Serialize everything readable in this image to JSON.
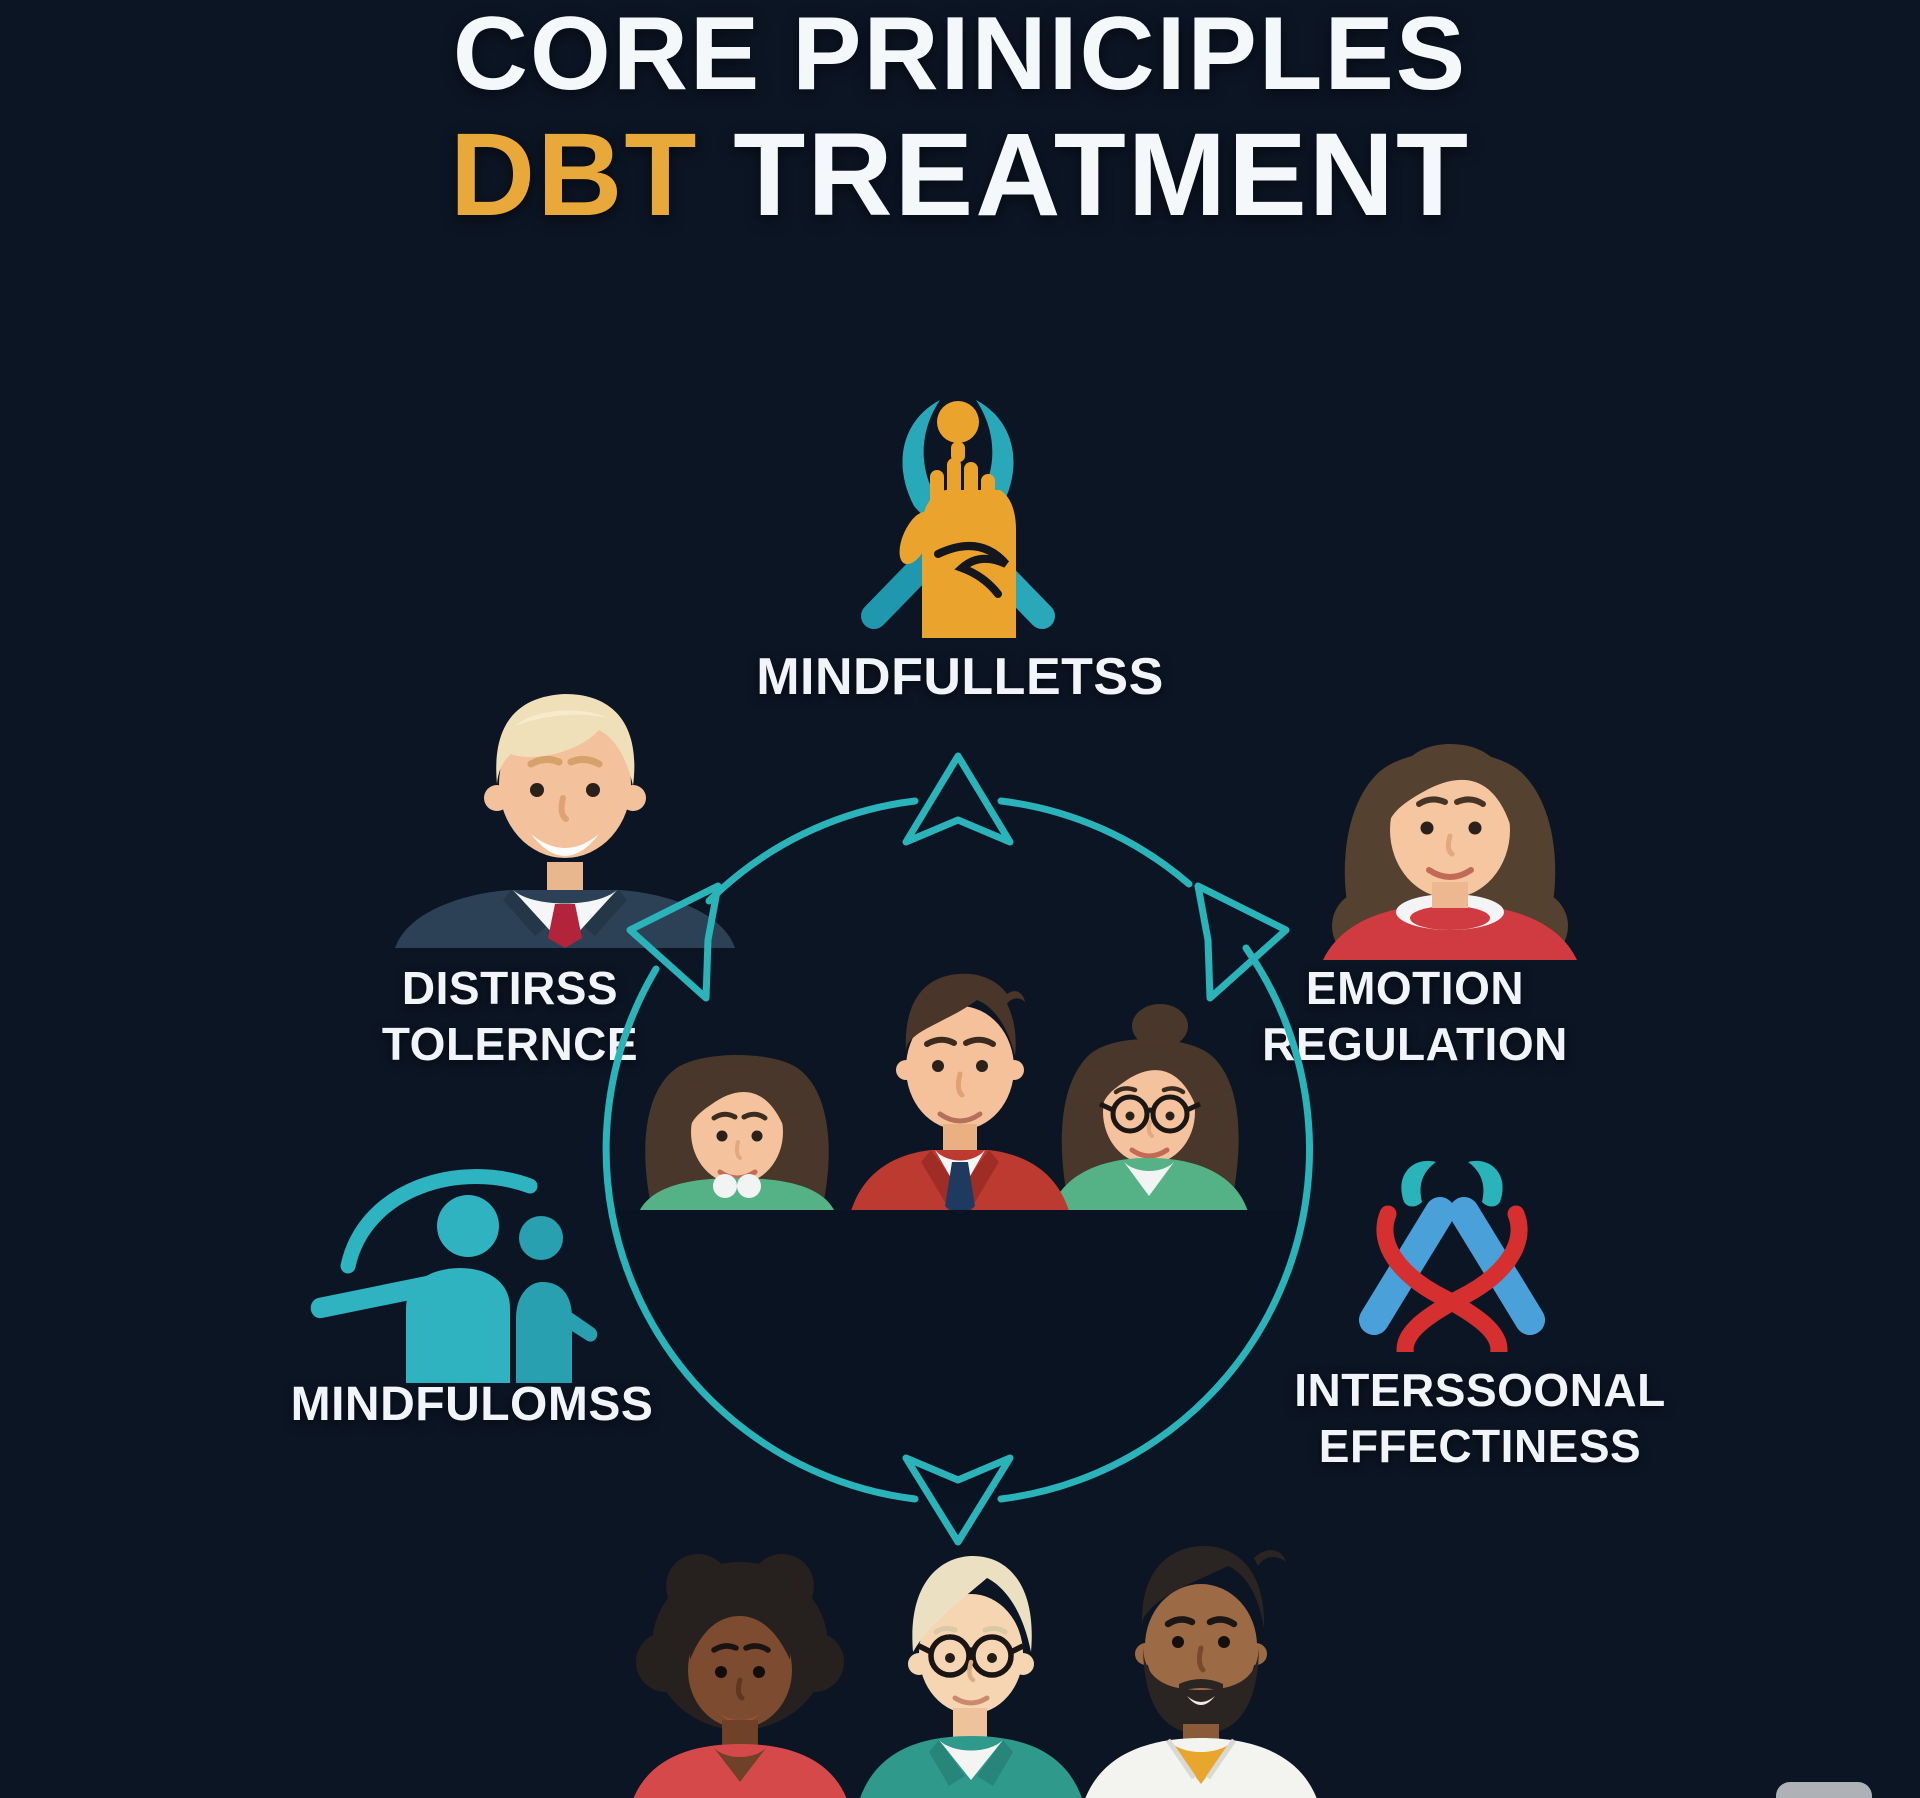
{
  "title": {
    "line1": "CORE PRINICIPLES",
    "line2_accent": "DBT",
    "line2_rest": "TREATMENT"
  },
  "principles": {
    "top": {
      "label": "MINDFULLETSS",
      "icon": "meditation-hand-lotus-icon"
    },
    "left": {
      "line1": "DISTIRSS",
      "line2": "TOLERNCE",
      "figure": "blond-man-suit-avatar"
    },
    "right": {
      "line1": "EMOTION",
      "line2": "REGULATION",
      "figure": "brunette-woman-red-top-avatar"
    },
    "bottom_left": {
      "label": "MINDFULOMSS",
      "icon": "mentor-and-child-figures-icon"
    },
    "bottom_right": {
      "line1": "INTERSSOONAL",
      "line2": "EFFECTINESS",
      "icon": "crossed-figures-red-ribbon-icon"
    }
  },
  "center_group": {
    "diagram": "circular-cycle-arrows",
    "figures": [
      "bob-haircut-woman-green-top",
      "man-red-jacket-navy-tie",
      "bun-glasses-woman-green-top"
    ]
  },
  "bottom_group": {
    "figures": [
      "curly-hair-woman-red-top",
      "elder-round-glasses-teal-jacket",
      "bearded-man-lab-coat-yellow-shirt"
    ]
  },
  "colors": {
    "background": "#0C1524",
    "title_text": "#F3F6FA",
    "accent_gold": "#E9A93A",
    "accent_teal": "#2AB3B8",
    "icon_yellow": "#EAA42D",
    "ribbon_red": "#D5302F",
    "ribbon_blue": "#4AA0D8",
    "suit_navy": "#2D4156",
    "top_green": "#55B287",
    "jacket_red": "#BD3A31"
  }
}
